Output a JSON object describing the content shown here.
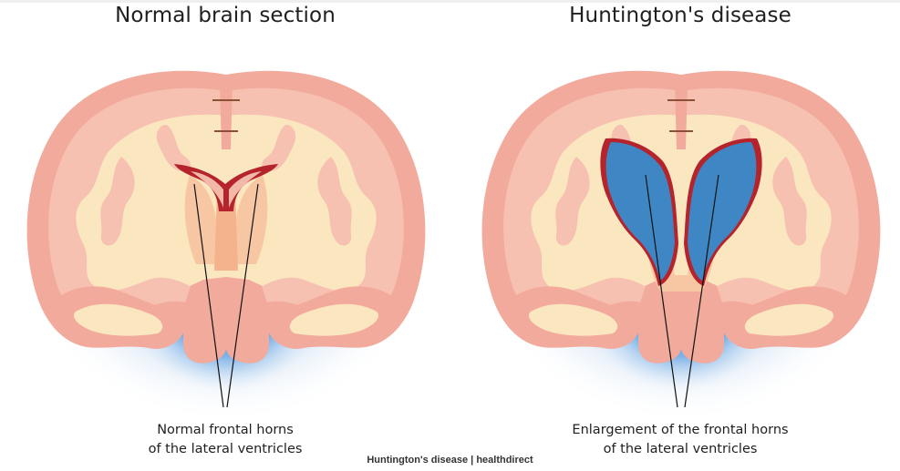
{
  "panels": [
    {
      "title": "Normal brain section",
      "caption": [
        "Normal frontal horns",
        "of the lateral ventricles"
      ],
      "ventricle_type": "normal"
    },
    {
      "title": "Huntington's disease",
      "caption": [
        "Enlargement of the frontal horns",
        "of the lateral ventricles"
      ],
      "ventricle_type": "enlarged"
    }
  ],
  "credit": "Huntington's disease | healthdirect",
  "colors": {
    "cortex_outer": "#f2aa9c",
    "cortex_mid": "#f7c1b2",
    "white_matter": "#fbe7bf",
    "white_matter_light": "#fdf1d6",
    "normal_ventricle": "#b5232c",
    "enlarged_ventricle": "#3f86c5",
    "basal_glow": "#4c8fd4",
    "halo": "#cfe1f5"
  }
}
